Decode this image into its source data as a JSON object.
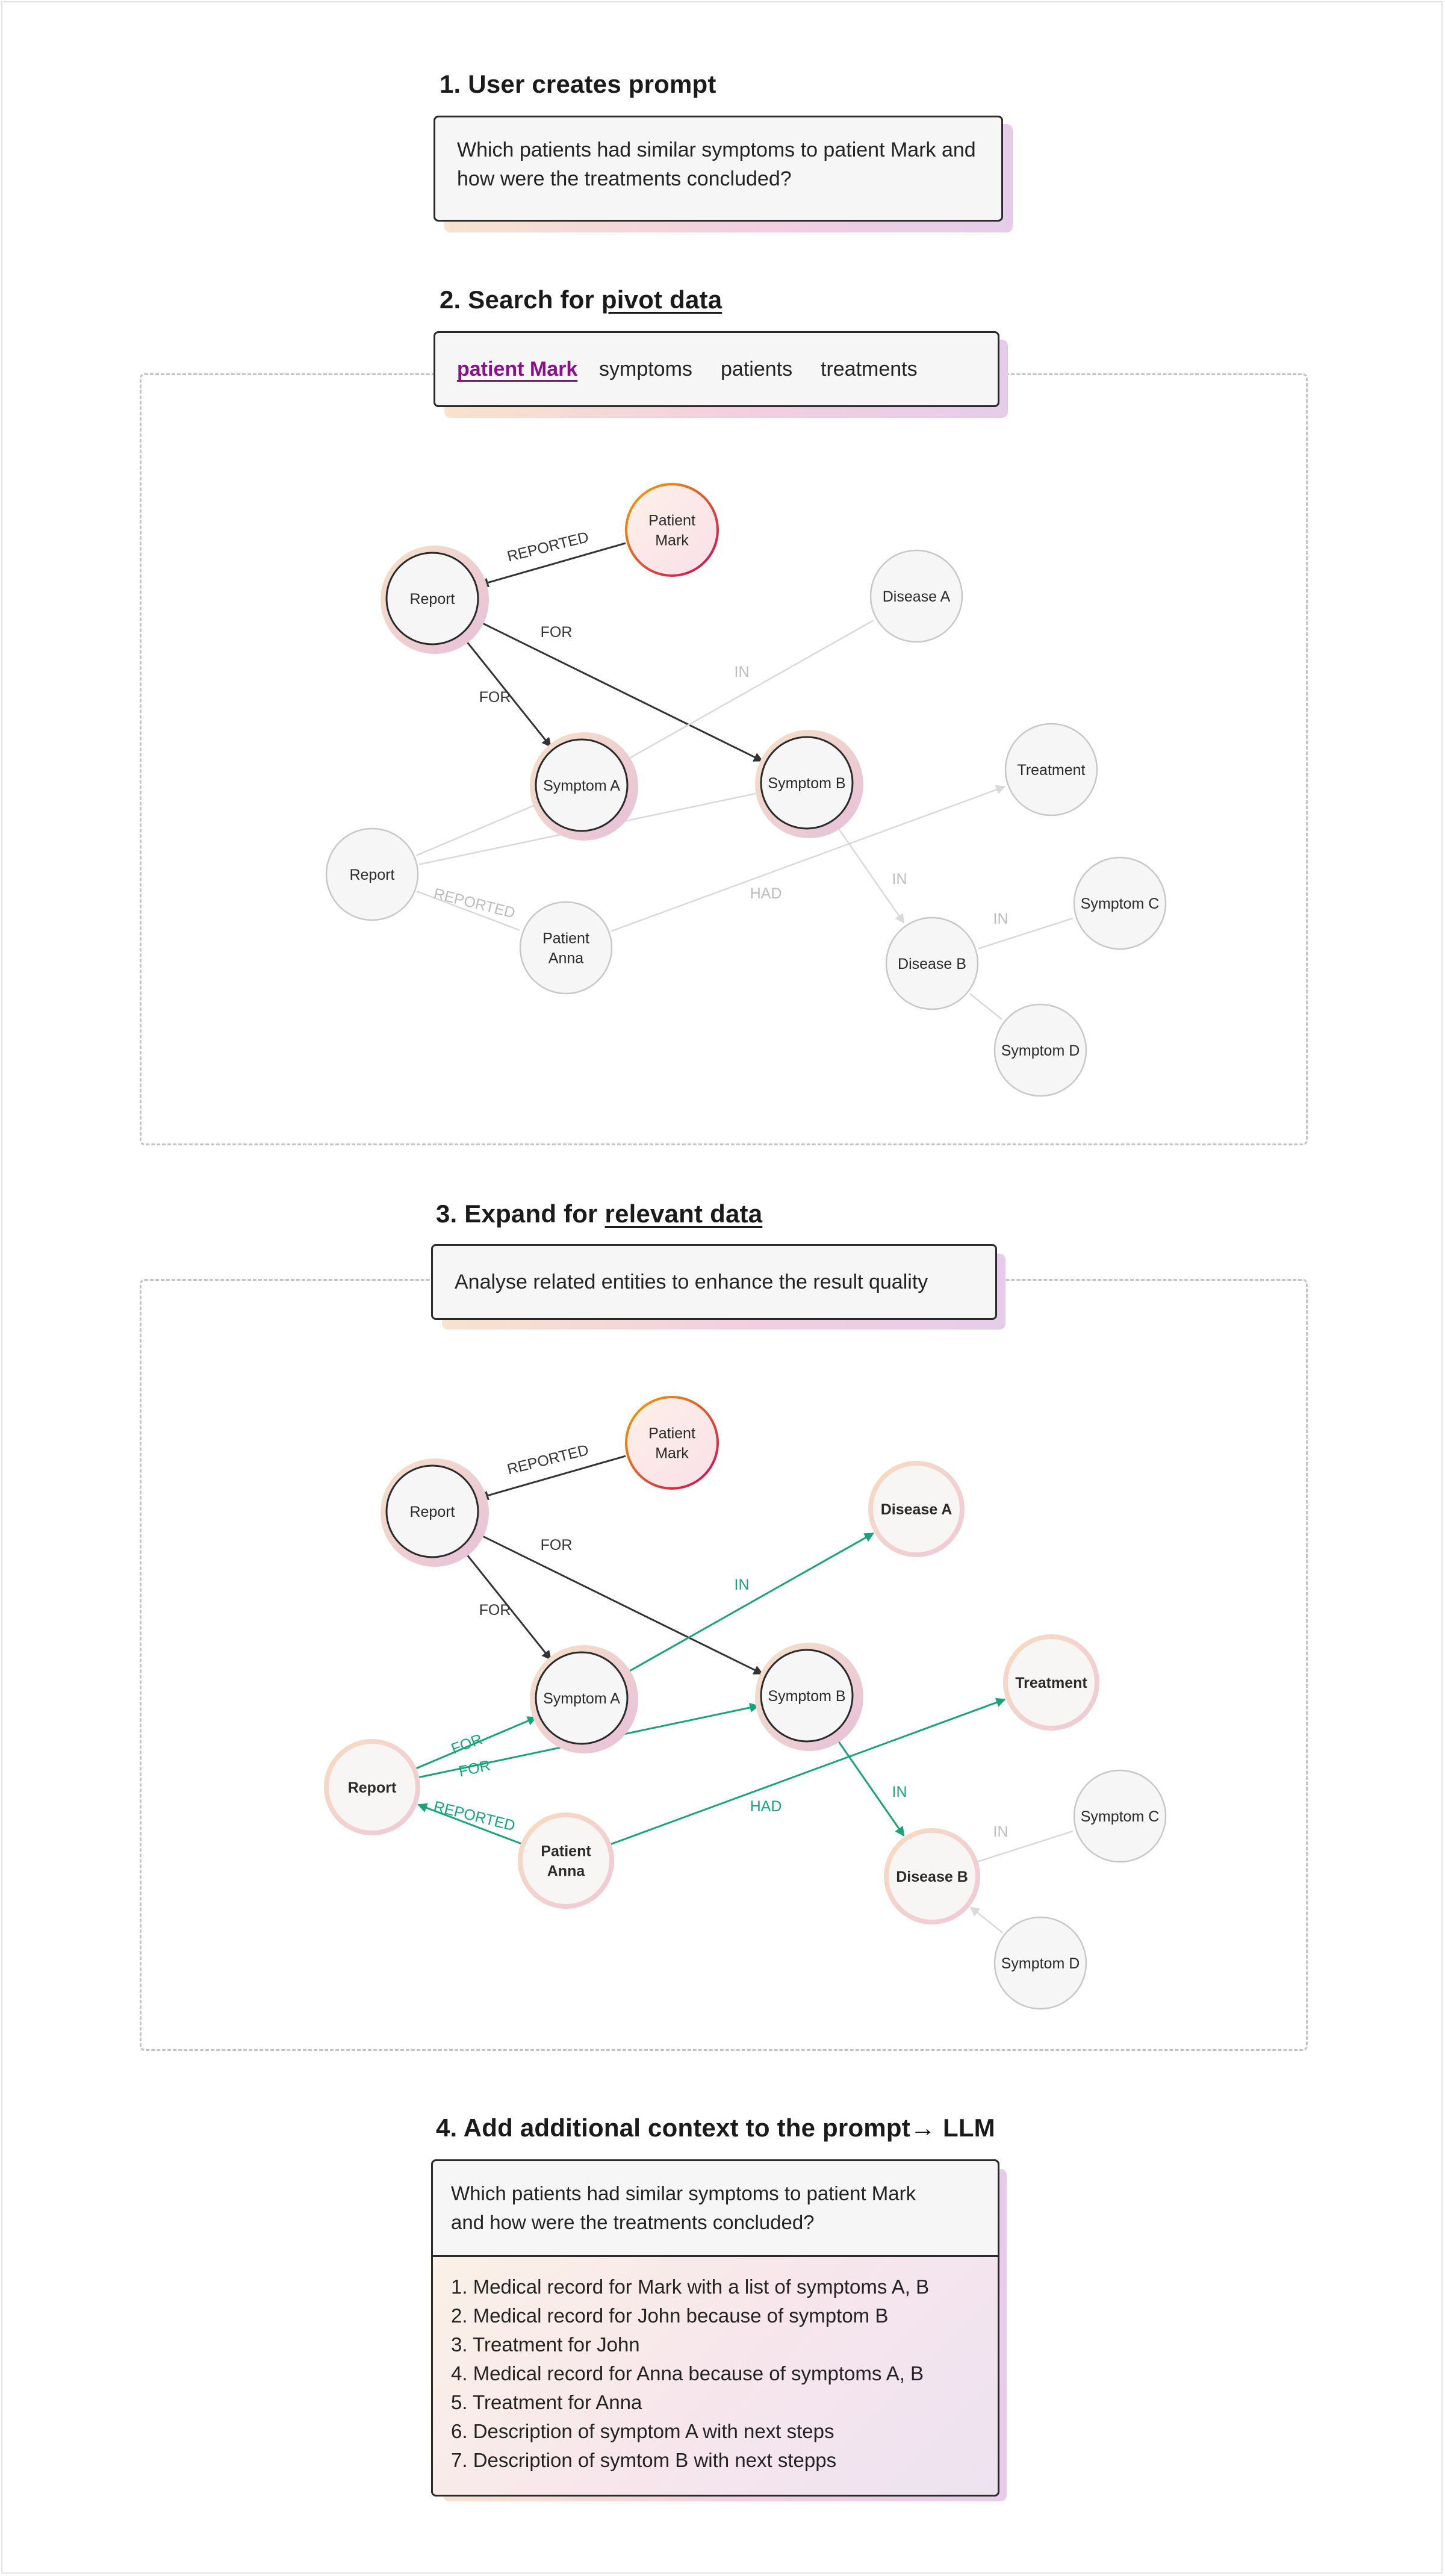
{
  "step1": {
    "heading": "1. User creates prompt",
    "prompt": "Which patients had similar symptoms to patient Mark and how were the treatments concluded?"
  },
  "step2": {
    "heading_prefix": "2. Search for ",
    "heading_link": "pivot data",
    "chips": [
      "patient Mark",
      "symptoms",
      "patients",
      "treatments"
    ]
  },
  "step3": {
    "heading_prefix": "3. Expand for ",
    "heading_link": "relevant data",
    "description": "Analyse related entities to enhance the result quality"
  },
  "step4": {
    "heading": "4. Add additional context to the prompt→ LLM",
    "prompt": "Which patients had similar symptoms to patient Mark and how were the treatments concluded?",
    "items": [
      "1. Medical record for Mark with a list of symptoms A, B",
      "2. Medical record for John because of symptom B",
      "3. Treatment for John",
      "4. Medical record for Anna because of symptoms A, B",
      "5. Treatment for Anna",
      "6. Description of symptom A with next steps",
      "7. Description of symtom B with next stepps"
    ]
  },
  "colors": {
    "edge_active": "#333333",
    "edge_faded": "#d9d9d9",
    "edge_expanded": "#1aa37a",
    "label_faded": "#bdbdbd",
    "pivot_text": "#8b0e8a",
    "patient_ring_start": "#f5a300",
    "patient_ring_end": "#cc0a5a"
  },
  "graph2": {
    "nodes": [
      {
        "id": "report1",
        "label": [
          "Report"
        ],
        "style": "active"
      },
      {
        "id": "mark",
        "label": [
          "Patient",
          "Mark"
        ],
        "style": "patient"
      },
      {
        "id": "symA",
        "label": [
          "Symptom A"
        ],
        "style": "active"
      },
      {
        "id": "symB",
        "label": [
          "Symptom B"
        ],
        "style": "active"
      },
      {
        "id": "disA",
        "label": [
          "Disease A"
        ],
        "style": "faded"
      },
      {
        "id": "treat",
        "label": [
          "Treatment"
        ],
        "style": "faded"
      },
      {
        "id": "report2",
        "label": [
          "Report"
        ],
        "style": "faded"
      },
      {
        "id": "anna",
        "label": [
          "Patient",
          "Anna"
        ],
        "style": "faded"
      },
      {
        "id": "disB",
        "label": [
          "Disease B"
        ],
        "style": "faded"
      },
      {
        "id": "symC",
        "label": [
          "Symptom C"
        ],
        "style": "faded"
      },
      {
        "id": "symD",
        "label": [
          "Symptom D"
        ],
        "style": "faded"
      }
    ],
    "edges": [
      {
        "from": "mark",
        "to": "report1",
        "label": "REPORTED",
        "style": "active"
      },
      {
        "from": "report1",
        "to": "symB",
        "label": "FOR",
        "style": "active"
      },
      {
        "from": "report1",
        "to": "symA",
        "label": "FOR",
        "style": "active"
      },
      {
        "from": "symA",
        "to": "disA",
        "label": "IN",
        "style": "faded"
      },
      {
        "from": "report2",
        "to": "symA",
        "label": "",
        "style": "faded"
      },
      {
        "from": "report2",
        "to": "symB",
        "label": "",
        "style": "faded"
      },
      {
        "from": "report2",
        "to": "anna",
        "label": "REPORTED",
        "style": "faded"
      },
      {
        "from": "anna",
        "to": "treat",
        "label": "HAD",
        "style": "faded"
      },
      {
        "from": "symB",
        "to": "disB",
        "label": "IN",
        "style": "faded"
      },
      {
        "from": "disB",
        "to": "symC",
        "label": "IN",
        "style": "faded"
      },
      {
        "from": "disB",
        "to": "symD",
        "label": "",
        "style": "faded"
      }
    ]
  },
  "graph3": {
    "nodes": [
      {
        "id": "report1",
        "label": [
          "Report"
        ],
        "style": "active"
      },
      {
        "id": "mark",
        "label": [
          "Patient",
          "Mark"
        ],
        "style": "patient"
      },
      {
        "id": "symA",
        "label": [
          "Symptom A"
        ],
        "style": "active"
      },
      {
        "id": "symB",
        "label": [
          "Symptom B"
        ],
        "style": "active"
      },
      {
        "id": "disA",
        "label": [
          "Disease A"
        ],
        "style": "expanded"
      },
      {
        "id": "treat",
        "label": [
          "Treatment"
        ],
        "style": "expanded"
      },
      {
        "id": "report2",
        "label": [
          "Report"
        ],
        "style": "expanded"
      },
      {
        "id": "anna",
        "label": [
          "Patient",
          "Anna"
        ],
        "style": "expanded"
      },
      {
        "id": "disB",
        "label": [
          "Disease B"
        ],
        "style": "expanded"
      },
      {
        "id": "symC",
        "label": [
          "Symptom C"
        ],
        "style": "faded"
      },
      {
        "id": "symD",
        "label": [
          "Symptom D"
        ],
        "style": "faded"
      }
    ],
    "edges": [
      {
        "from": "mark",
        "to": "report1",
        "label": "REPORTED",
        "style": "active"
      },
      {
        "from": "report1",
        "to": "symB",
        "label": "FOR",
        "style": "active"
      },
      {
        "from": "report1",
        "to": "symA",
        "label": "FOR",
        "style": "active"
      },
      {
        "from": "symA",
        "to": "disA",
        "label": "IN",
        "style": "expanded"
      },
      {
        "from": "report2",
        "to": "symA",
        "label": "FOR",
        "style": "expanded"
      },
      {
        "from": "report2",
        "to": "symB",
        "label": "FOR",
        "style": "expanded"
      },
      {
        "from": "anna",
        "to": "report2",
        "label": "REPORTED",
        "style": "expanded"
      },
      {
        "from": "anna",
        "to": "treat",
        "label": "HAD",
        "style": "expanded"
      },
      {
        "from": "symB",
        "to": "disB",
        "label": "IN",
        "style": "expanded"
      },
      {
        "from": "disB",
        "to": "symC",
        "label": "IN",
        "style": "faded"
      },
      {
        "from": "symD",
        "to": "disB",
        "label": "",
        "style": "faded"
      }
    ]
  }
}
